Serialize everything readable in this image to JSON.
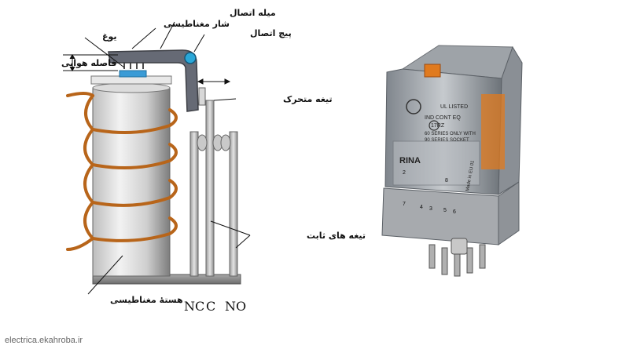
{
  "labels": {
    "contact_arm": "میله اتصال",
    "armature_label": "شار مغناطیسی",
    "yoke": "یوغ",
    "pivot": "پیچ اتصال",
    "air_gap": "فاصله هوایی",
    "moving_blade": "تیغه متحرک",
    "fixed_blades": "تیغه های ثابت",
    "core": "هستۀ مغناطیسی"
  },
  "terminals": [
    "NC",
    "C",
    "NO"
  ],
  "relay_photo": {
    "cert_text": "UL LISTED",
    "ind_cont": "IND CONT EQ",
    "code": "17RZ",
    "series_text": "60 SERIES ONLY WITH",
    "socket_text": "90 SERIES SOCKET",
    "brand": "RINA",
    "made_in": "Made in EU 01",
    "pin_numbers": [
      "7",
      "4",
      "3",
      "5",
      "6"
    ],
    "pin_top": [
      "2",
      "8"
    ]
  },
  "footer": "electrica.ekahroba.ir",
  "colors": {
    "coil": "#b8651a",
    "core_light": "#e9e9e9",
    "core_dark": "#8e8e8e",
    "arm": "#666a75",
    "pivot": "#2aa7d8",
    "yoke": "#3a9bd6",
    "relay_body": "#9ba0a6",
    "relay_orange": "#e07a1e"
  }
}
